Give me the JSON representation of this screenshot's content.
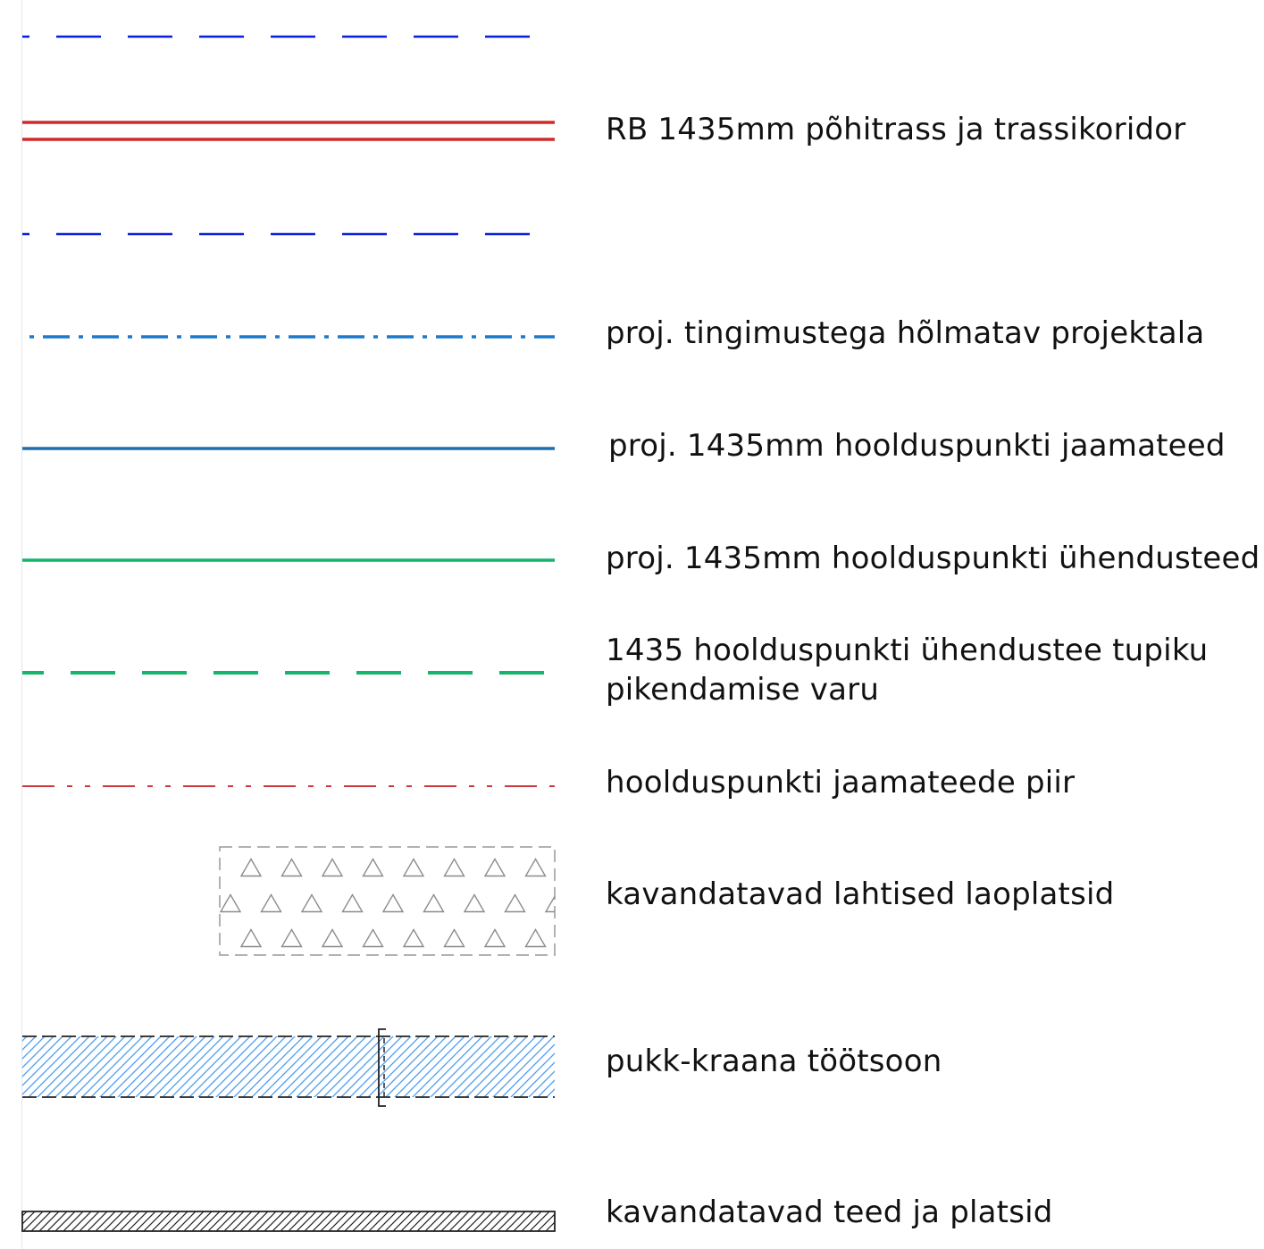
{
  "legend": {
    "items": [
      {
        "id": "rb-boundary-top",
        "symbol": "blue-dashed-line",
        "color": "#0a1fd6",
        "label": ""
      },
      {
        "id": "rb-main-route",
        "symbol": "red-double-line",
        "color": "#d02a2a",
        "label": "RB 1435mm põhitrass ja trassikoridor"
      },
      {
        "id": "rb-boundary-bottom",
        "symbol": "blue-dashed-line",
        "color": "#0a1fd6",
        "label": ""
      },
      {
        "id": "conditional-area",
        "symbol": "blue-dash-dot-line",
        "color": "#1f78c8",
        "label": "proj. tingimustega hõlmatav projektala"
      },
      {
        "id": "depot-tracks",
        "symbol": "blue-solid-line",
        "color": "#1f6fb0",
        "label": "proj. 1435mm hoolduspunkti jaamateed"
      },
      {
        "id": "connecting-tracks",
        "symbol": "green-solid-line",
        "color": "#14b46a",
        "label": "proj. 1435mm hoolduspunkti ühendusteed"
      },
      {
        "id": "extension-reserve",
        "symbol": "green-dashed-line",
        "color": "#14b46a",
        "label_line1": "1435 hoolduspunkti ühendustee tupiku",
        "label_line2": "pikendamise varu"
      },
      {
        "id": "depot-limit",
        "symbol": "red-dash-dot-line",
        "color": "#c21f1f",
        "label": "hoolduspunkti jaamateede piir"
      },
      {
        "id": "storage-yards",
        "symbol": "triangle-pattern-area",
        "color": "#8c8c8c",
        "label": "kavandatavad lahtised laoplatsid"
      },
      {
        "id": "gantry-crane-zone",
        "symbol": "blue-hatched-area",
        "color": "#4a9bf0",
        "label": "pukk-kraana töötsoon"
      },
      {
        "id": "planned-roads",
        "symbol": "black-hatched-area",
        "color": "#222222",
        "label": "kavandatavad teed ja platsid"
      }
    ]
  }
}
